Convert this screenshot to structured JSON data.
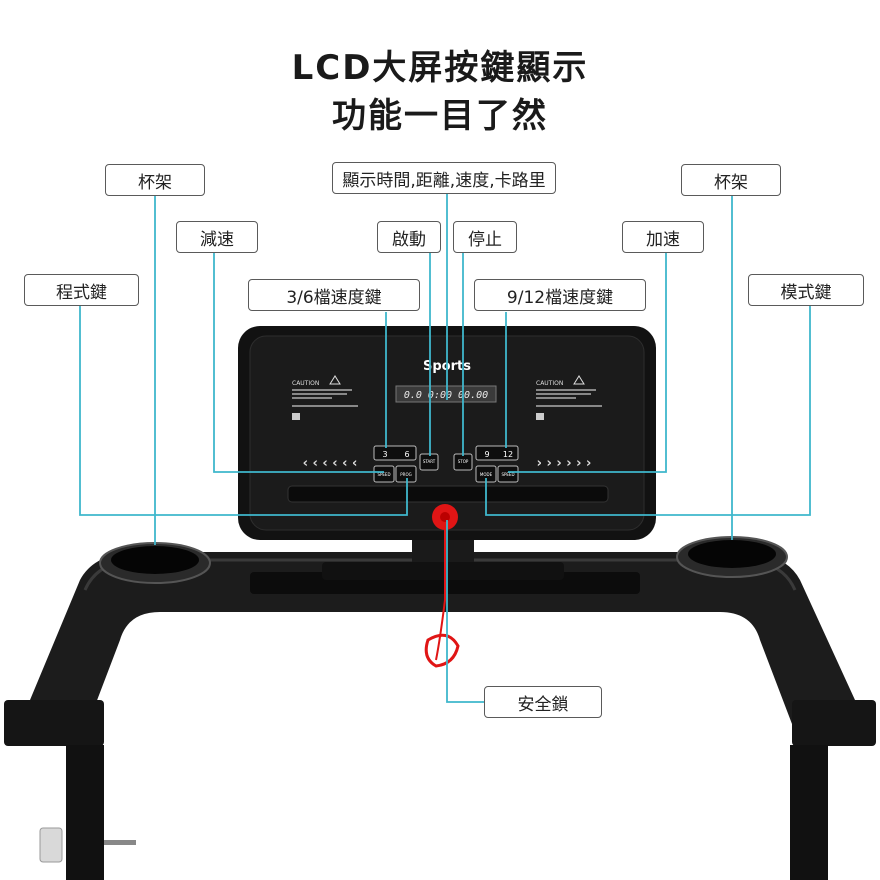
{
  "title": {
    "line1": "LCD大屏按鍵顯示",
    "line2": "功能一目了然"
  },
  "callouts": {
    "cup_left": "杯架",
    "display": "顯示時間,距離,速度,卡路里",
    "cup_right": "杯架",
    "decelerate": "減速",
    "start": "啟動",
    "stop": "停止",
    "accelerate": "加速",
    "program": "程式鍵",
    "speed_3_6": "3/6檔速度鍵",
    "speed_9_12": "9/12檔速度鍵",
    "mode": "模式鍵",
    "safety_key": "安全鎖"
  },
  "console": {
    "brand": "Sports",
    "lcd_readout": "0.0  0:00  00.00",
    "caution_left_heading": "CAUTION",
    "caution_right_heading": "CAUTION",
    "btn_3": "3",
    "btn_6": "6",
    "btn_9": "9",
    "btn_12": "12",
    "btn_start": "START",
    "btn_stop": "STOP",
    "btn_speed_minus": "SPEED",
    "btn_prog": "PROG",
    "btn_mode": "MODE",
    "btn_speed_plus": "SPEED",
    "left_arrows": "‹ ‹ ‹ ‹ ‹ ‹",
    "right_arrows": "› › › › › ›"
  },
  "colors": {
    "leader_line": "#3fb7cc",
    "console_body": "#121212",
    "frame": "#1c1c1c",
    "safety_key": "#e01515"
  }
}
